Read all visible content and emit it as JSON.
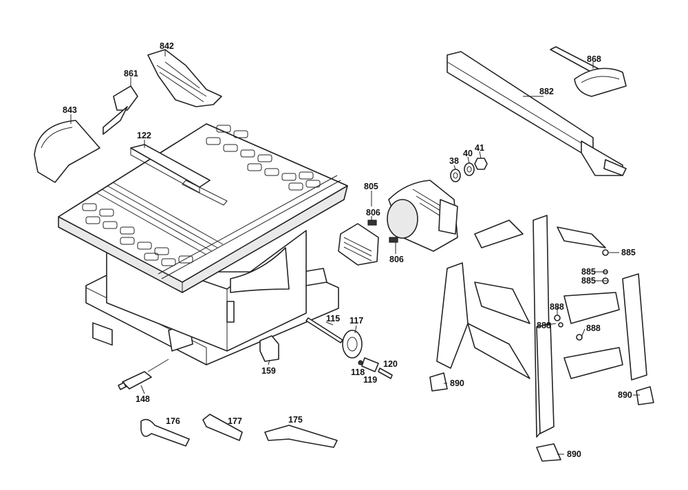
{
  "labels": {
    "p842": "842",
    "p861": "861",
    "p843": "843",
    "p122": "122",
    "p805": "805",
    "p806a": "806",
    "p806b": "806",
    "p38": "38",
    "p40": "40",
    "p41": "41",
    "p882": "882",
    "p868": "868",
    "p885a": "885",
    "p885b": "885",
    "p885c": "885",
    "p888a": "888",
    "p888b": "888",
    "p888c": "888",
    "p890a": "890",
    "p890b": "890",
    "p890c": "890",
    "p115": "115",
    "p117": "117",
    "p118": "118",
    "p119": "119",
    "p120": "120",
    "p159": "159",
    "p148": "148",
    "p176": "176",
    "p177": "177",
    "p175": "175"
  }
}
